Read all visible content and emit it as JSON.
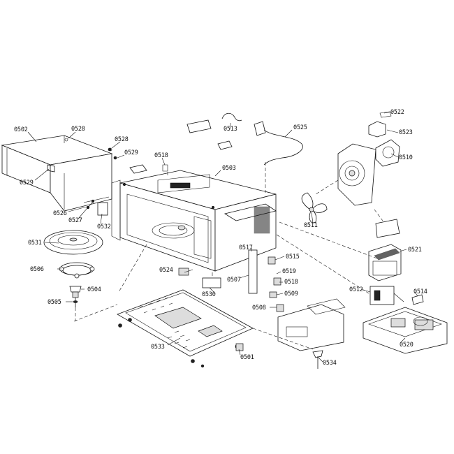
{
  "diagram": {
    "part_numbers": {
      "p0501": "0501",
      "p0502": "0502",
      "p0503": "0503",
      "p0504": "0504",
      "p0505": "0505",
      "p0506": "0506",
      "p0507": "0507",
      "p0508": "0508",
      "p0509": "0509",
      "p0510": "0510",
      "p0511": "0511",
      "p0512": "0512",
      "p0513": "0513",
      "p0514": "0514",
      "p0515": "0515",
      "p0517": "0517",
      "p0518a": "0518",
      "p0518b": "0518",
      "p0519": "0519",
      "p0520": "0520",
      "p0521": "0521",
      "p0522": "0522",
      "p0523": "0523",
      "p0524": "0524",
      "p0525": "0525",
      "p0526": "0526",
      "p0527": "0527",
      "p0528a": "0528",
      "p0528b": "0528",
      "p0529a": "0529",
      "p0529b": "0529",
      "p0530": "0530",
      "p0531": "0531",
      "p0532": "0532",
      "p0533": "0533",
      "p0534": "0534"
    },
    "colors": {
      "ink": "#111111",
      "background": "#ffffff"
    }
  }
}
